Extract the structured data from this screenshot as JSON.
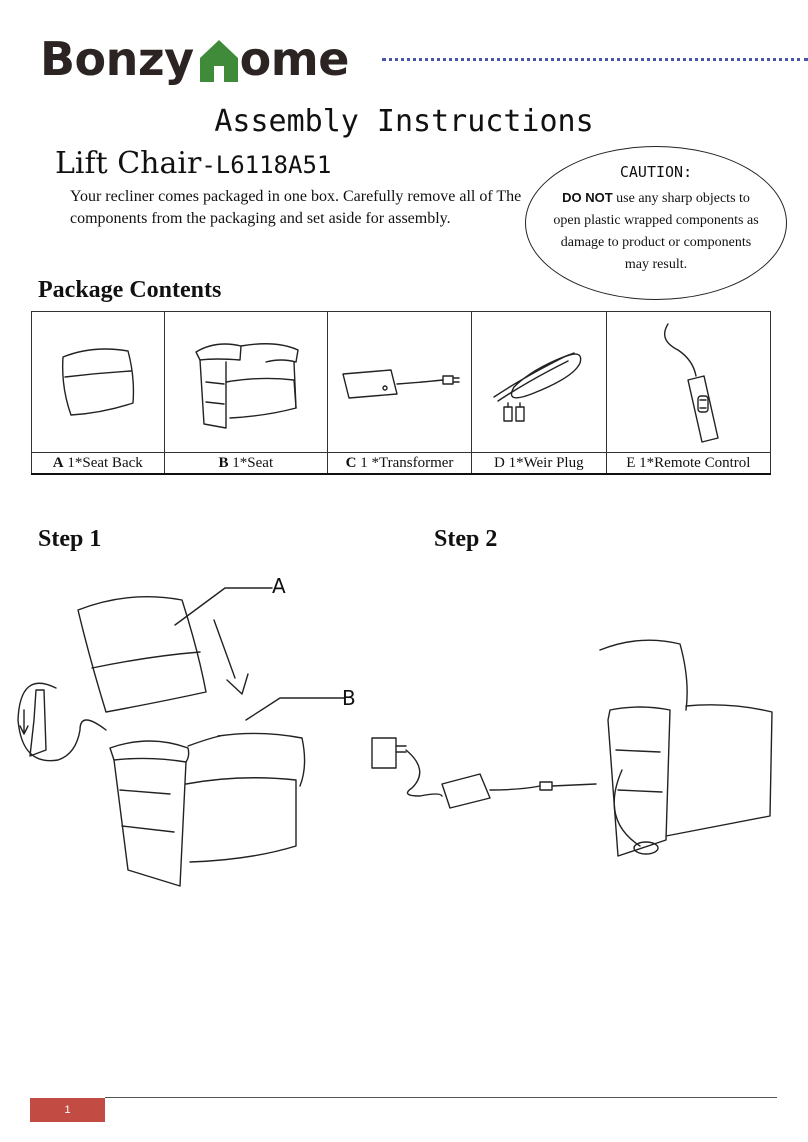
{
  "brand": {
    "name_left": "Bonzy",
    "name_right": "ome"
  },
  "title": "Assembly Instructions",
  "product": {
    "name": "Lift Chair",
    "model": "-L6118A51"
  },
  "intro": "Your recliner comes packaged in one box. Carefully remove all of The components from the packaging and set aside for assembly.",
  "caution": {
    "title": "CAUTION:",
    "emphasis": "DO NOT",
    "text": " use any sharp objects to open plastic wrapped components as damage to product or components may result."
  },
  "package": {
    "heading": "Package Contents",
    "items": [
      {
        "letter": "A",
        "label": " 1*Seat Back",
        "icon": "seat-back-icon"
      },
      {
        "letter": "B",
        "label": " 1*Seat",
        "icon": "seat-icon"
      },
      {
        "letter": "C",
        "label": " 1 *Transformer",
        "icon": "transformer-icon"
      },
      {
        "letter": "",
        "label": "D 1*Weir Plug",
        "icon": "weir-plug-icon"
      },
      {
        "letter": "",
        "label": "E 1*Remote Control",
        "icon": "remote-control-icon"
      }
    ]
  },
  "steps": {
    "step1": {
      "title": "Step 1",
      "callout_a": "A",
      "callout_b": "B"
    },
    "step2": {
      "title": "Step 2"
    }
  },
  "page_number": "1",
  "colors": {
    "brand_green": "#3f8b3a",
    "brand_dark": "#2b2423",
    "page_box": "#c24b43",
    "dotted_rule": "#4a55a8"
  }
}
